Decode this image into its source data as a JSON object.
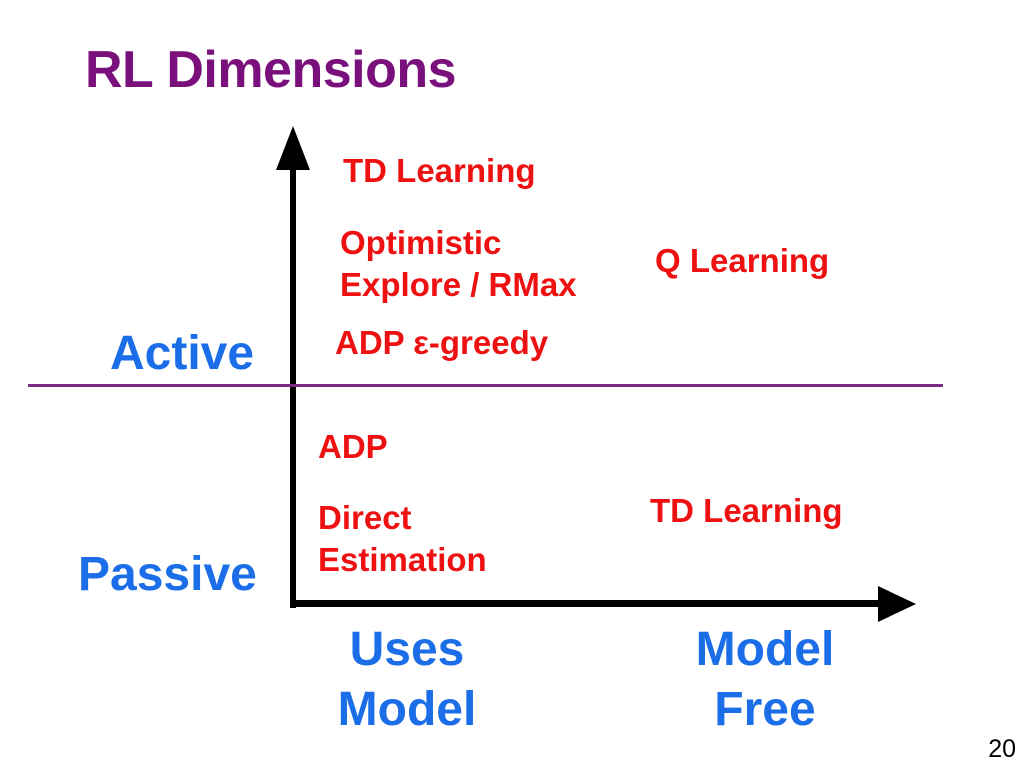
{
  "slide": {
    "title": "RL Dimensions",
    "page_number": "20",
    "colors": {
      "title": "#7a107c",
      "axis": "#000000",
      "divider": "#7d2b84",
      "method": "#ee1111",
      "dimension": "#1b6ee8"
    },
    "axes": {
      "active": "Active",
      "passive": "Passive",
      "uses_model_line1": "Uses",
      "uses_model_line2": "Model",
      "model_free_line1": "Model",
      "model_free_line2": "Free"
    },
    "methods": {
      "td_learning_top": "TD Learning",
      "optimistic_line1": "Optimistic",
      "optimistic_line2": "Explore / RMax",
      "q_learning": "Q Learning",
      "adp_greedy": "ADP ε-greedy",
      "adp": "ADP",
      "direct_line1": "Direct",
      "direct_line2": "Estimation",
      "td_learning_bottom": "TD Learning"
    }
  }
}
